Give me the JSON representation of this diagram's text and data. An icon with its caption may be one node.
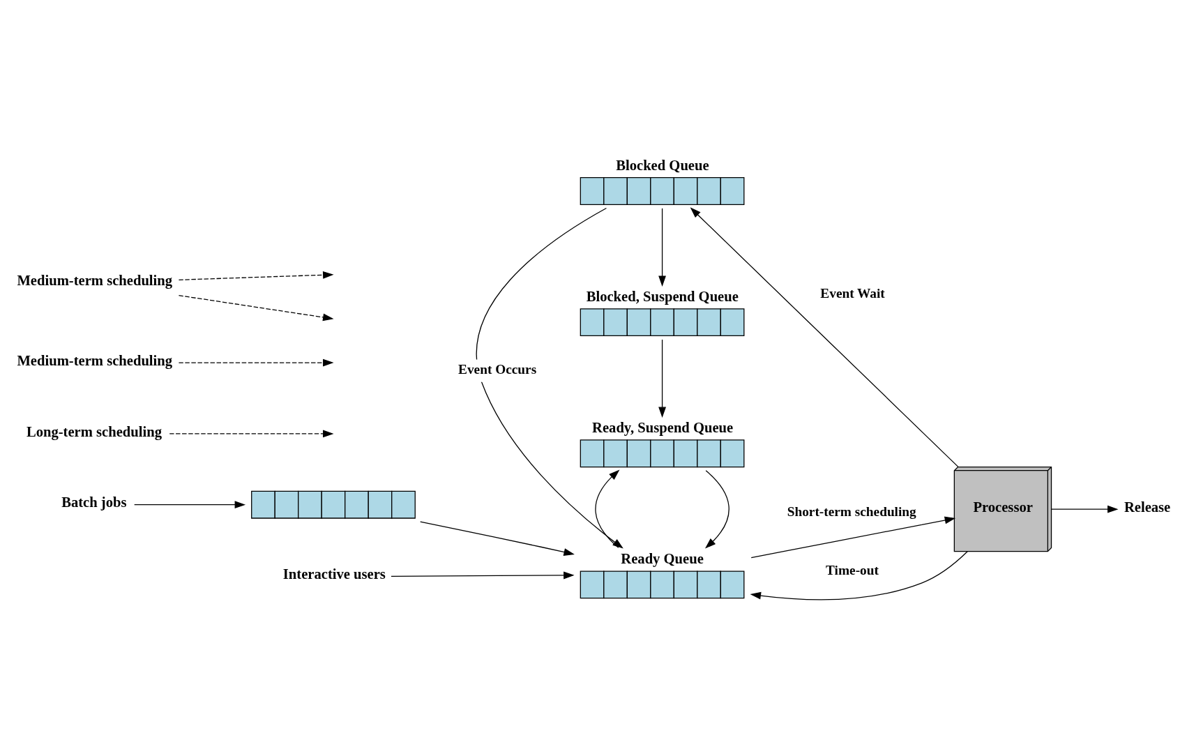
{
  "diagram": {
    "nodes": [
      {
        "text": [
          "Batch jobs"
        ]
      },
      {
        "text": [],
        "shape": "box"
      },
      {
        "text": [
          "Interactive users"
        ]
      },
      {
        "text": [
          "Ready Queue"
        ]
      },
      {
        "text": [
          "Processor"
        ]
      },
      {
        "text": [
          "Ready, Suspend Queue"
        ]
      },
      {
        "text": [
          "Blocked, Suspend Queue"
        ]
      },
      {
        "text": [
          "Blocked Queue"
        ]
      },
      {
        "text": [
          "Release"
        ]
      },
      {
        "text": [
          "Long-term scheduling"
        ]
      },
      {
        "text": [
          "Medium-term scheduling"
        ]
      },
      {
        "text": [
          "Medium-term scheduling"
        ]
      }
    ],
    "edges": [
      {
        "from": 0,
        "to": 1,
        "arrow": "to"
      },
      {
        "from": 1,
        "to": 3,
        "arrow": "to"
      },
      {
        "from": 2,
        "to": 3,
        "arrow": "to"
      },
      {
        "from": 3,
        "to": 4,
        "arrow": "to",
        "label": "Short-term scheduling"
      },
      {
        "from": 4,
        "to": 3,
        "arrow": "to",
        "label": "Time-out"
      },
      {
        "from": 4,
        "to": 8,
        "arrow": "to"
      },
      {
        "from": 4,
        "to": 7,
        "arrow": "to",
        "label": "Event Wait"
      },
      {
        "from": 7,
        "to": 3,
        "arrow": "to",
        "label": "Event Occurs"
      },
      {
        "from": 5,
        "to": 3,
        "arrow": "to"
      },
      {
        "from": 3,
        "to": 5,
        "arrow": "to"
      },
      {
        "from": 6,
        "to": 5,
        "arrow": "to"
      },
      {
        "from": 7,
        "to": 6,
        "arrow": "to"
      },
      {
        "from": 9,
        "to": null,
        "arrow": "to",
        "style": "dashed"
      },
      {
        "from": 10,
        "to": null,
        "arrow": "to",
        "style": "dashed"
      },
      {
        "from": 11,
        "to": null,
        "arrow": "to",
        "style": "dashed"
      },
      {
        "from": 11,
        "to": null,
        "arrow": "to",
        "style": "dashed"
      }
    ]
  }
}
